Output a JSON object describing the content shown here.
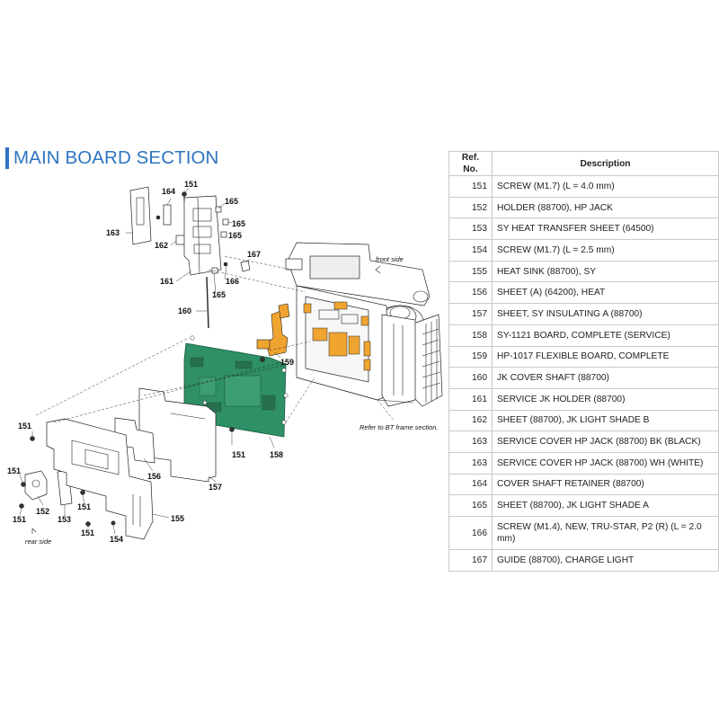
{
  "section_title": "MAIN BOARD SECTION",
  "colors": {
    "accent": "#2e74c0",
    "board_green": "#2f8f66",
    "flex_orange": "#f0a430",
    "line": "#222222"
  },
  "diagram": {
    "callouts": {
      "c151_top": "151",
      "c164": "164",
      "c165_a": "165",
      "c165_b": "165",
      "c165_c": "165",
      "c163": "163",
      "c162": "162",
      "c167": "167",
      "c161": "161",
      "c166": "166",
      "c165_d": "165",
      "c160": "160",
      "c159": "159",
      "c151_mid": "151",
      "c158": "158",
      "c151_l1": "151",
      "c156": "156",
      "c157": "157",
      "c151_l2": "151",
      "c152": "152",
      "c153": "153",
      "c151_l3": "151",
      "c151_l4": "151",
      "c151_l5": "151",
      "c154": "154",
      "c155": "155"
    },
    "notes": {
      "front_side": "front side",
      "rear_side": "rear side",
      "refer_bt": "Refer to BT frame section."
    }
  },
  "table": {
    "header": {
      "ref": "Ref. No.",
      "description": "Description"
    },
    "rows": [
      {
        "ref": "151",
        "description": "SCREW (M1.7) (L = 4.0 mm)"
      },
      {
        "ref": "152",
        "description": "HOLDER (88700), HP JACK"
      },
      {
        "ref": "153",
        "description": "SY HEAT TRANSFER SHEET (64500)"
      },
      {
        "ref": "154",
        "description": "SCREW (M1.7) (L = 2.5 mm)"
      },
      {
        "ref": "155",
        "description": "HEAT SINK (88700), SY"
      },
      {
        "ref": "156",
        "description": "SHEET (A) (64200), HEAT"
      },
      {
        "ref": "157",
        "description": "SHEET, SY INSULATING A (88700)"
      },
      {
        "ref": "158",
        "description": "SY-1121 BOARD, COMPLETE (SERVICE)"
      },
      {
        "ref": "159",
        "description": "HP-1017 FLEXIBLE BOARD, COMPLETE"
      },
      {
        "ref": "160",
        "description": "JK COVER SHAFT (88700)"
      },
      {
        "ref": "161",
        "description": "SERVICE JK HOLDER (88700)"
      },
      {
        "ref": "162",
        "description": "SHEET (88700), JK LIGHT SHADE B"
      },
      {
        "ref": "163",
        "description": "SERVICE COVER HP JACK (88700) BK (BLACK)"
      },
      {
        "ref": "163",
        "description": "SERVICE COVER HP JACK (88700) WH (WHITE)"
      },
      {
        "ref": "164",
        "description": "COVER SHAFT RETAINER (88700)"
      },
      {
        "ref": "165",
        "description": "SHEET (88700), JK LIGHT SHADE A"
      },
      {
        "ref": "166",
        "description": "SCREW (M1.4), NEW, TRU-STAR, P2 (R) (L = 2.0 mm)"
      },
      {
        "ref": "167",
        "description": "GUIDE (88700), CHARGE LIGHT"
      }
    ]
  }
}
